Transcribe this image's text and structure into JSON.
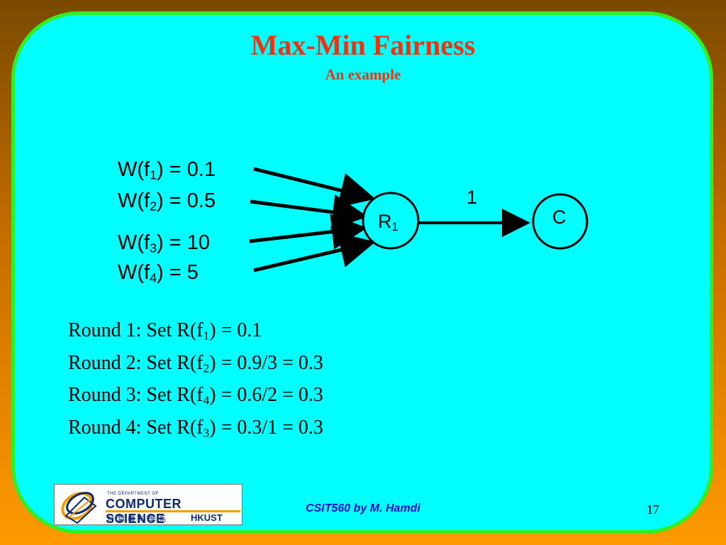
{
  "title": "Max-Min Fairness",
  "subtitle": "An example",
  "flows": [
    {
      "prefix": "W(f",
      "sub": "1",
      "suffix": ") = 0.1"
    },
    {
      "prefix": "W(f",
      "sub": "2",
      "suffix": ") = 0.5"
    },
    {
      "prefix": "W(f",
      "sub": "3",
      "suffix": ") = 10"
    },
    {
      "prefix": "W(f",
      "sub": "4",
      "suffix": ") = 5"
    }
  ],
  "router": {
    "main": "R",
    "sub": "1"
  },
  "link_capacity": "1",
  "destination": "C",
  "rounds": [
    {
      "prefix": "Round 1: Set R(f",
      "sub": "1",
      "suffix": ") = 0.1"
    },
    {
      "prefix": "Round 2: Set R(f",
      "sub": "2",
      "suffix": ") = 0.9/3 = 0.3"
    },
    {
      "prefix": "Round 3: Set R(f",
      "sub": "4",
      "suffix": ") = 0.6/2 = 0.3"
    },
    {
      "prefix": "Round 4: Set R(f",
      "sub": "3",
      "suffix": ") = 0.3/1 = 0.3"
    }
  ],
  "footer": "CSIT560 by M. Hamdi",
  "page_number": "17",
  "logo": {
    "small": "THE DEPARTMENT OF",
    "big": "COMPUTER SCIENCE",
    "cn": "計 算 機 科 學 系",
    "hk": "HKUST",
    "colors": {
      "navy": "#0b2a6f",
      "orange": "#f2a000"
    }
  },
  "colors": {
    "background": "#00ffff",
    "border": "#33ee22",
    "title": "#ee3311",
    "footer": "#1111cc"
  }
}
